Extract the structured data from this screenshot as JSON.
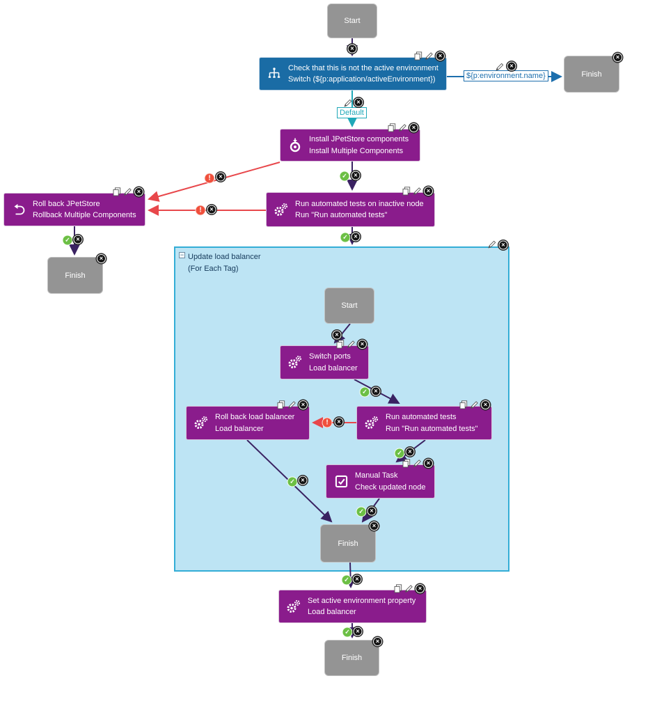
{
  "glyphs": {
    "cross": "×",
    "check": "✓",
    "exclamation": "!",
    "minus": "−"
  },
  "colors": {
    "node_blue": "#1a6ca5",
    "node_purple": "#8a1c8c",
    "node_gray": "#949494",
    "group_fill": "#bde4f4",
    "group_border": "#33add6",
    "edge_dark": "#3a2262",
    "edge_red": "#e8474b",
    "edge_teal": "#1fa8b8",
    "edge_blue": "#1d6fad",
    "success_badge": "#6cbf45",
    "error_badge": "#f0503c"
  },
  "nodes": {
    "start_top": {
      "label": "Start"
    },
    "check_env": {
      "title": "Check that this is not the active environment",
      "subtitle": "Switch (${p:application/activeEnvironment})"
    },
    "env_name_tag": {
      "label": "${p:environment.name}"
    },
    "finish_top_right": {
      "label": "Finish"
    },
    "default_tag": {
      "label": "Default"
    },
    "install_jpetstore": {
      "title": "Install JPetStore components",
      "subtitle": "Install Multiple Components"
    },
    "rollback_jpetstore": {
      "title": "Roll back JPetStore",
      "subtitle": "Rollback Multiple Components"
    },
    "run_tests_inactive": {
      "title": "Run automated tests on inactive node",
      "subtitle": "Run \"Run automated tests\""
    },
    "finish_left": {
      "label": "Finish"
    },
    "update_lb": {
      "title": "Update load balancer",
      "subtitle": "(For Each Tag)"
    },
    "start_inner": {
      "label": "Start"
    },
    "switch_ports": {
      "title": "Switch ports",
      "subtitle": "Load balancer"
    },
    "rollback_lb": {
      "title": "Roll back load balancer",
      "subtitle": "Load balancer"
    },
    "run_tests_inner": {
      "title": "Run automated tests",
      "subtitle": "Run \"Run automated tests\""
    },
    "manual_task": {
      "title": "Manual Task",
      "subtitle": "Check updated node"
    },
    "finish_inner": {
      "label": "Finish"
    },
    "set_active_env": {
      "title": "Set active environment property",
      "subtitle": "Load balancer"
    },
    "finish_bottom": {
      "label": "Finish"
    }
  }
}
